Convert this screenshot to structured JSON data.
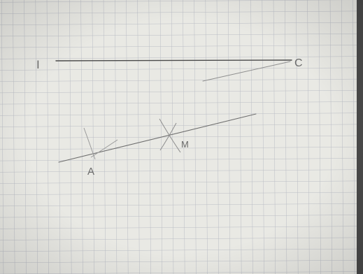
{
  "labels": {
    "left_end": "I",
    "right_end": "C",
    "point_a": "A",
    "point_m": "M"
  },
  "colors": {
    "paper": "#e9e9e4",
    "grid": "#b9bcc4",
    "pencil": "#555555",
    "pencil_light": "#9a9a9a"
  }
}
